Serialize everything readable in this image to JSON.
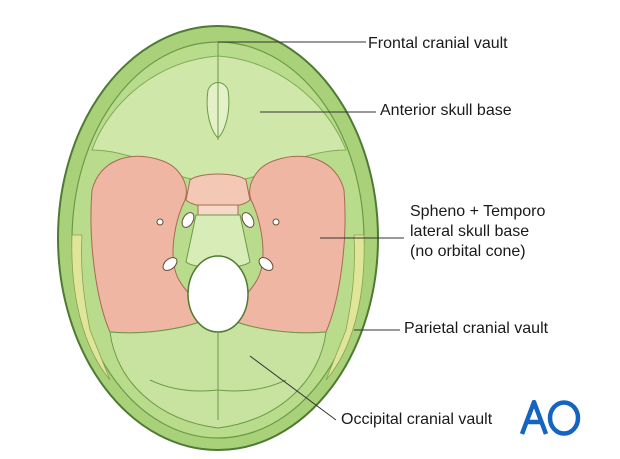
{
  "labels": {
    "frontal": "Frontal cranial vault",
    "anterior": "Anterior skull base",
    "spheno_line1": "Spheno + Temporo",
    "spheno_line2": "lateral skull base",
    "spheno_line3": "(no orbital cone)",
    "parietal": "Parietal cranial vault",
    "occipital": "Occipital cranial vault"
  },
  "logo": {
    "text": "AO",
    "color": "#1565c0"
  },
  "colors": {
    "vault_outer": "#a9d17a",
    "vault_outline": "#4f7a33",
    "anterior_base": "#cfe7a8",
    "lateral_base": "#efb7a3",
    "parietal": "#dfe69a",
    "occipital": "#c8e3a0",
    "leader": "#333333"
  }
}
